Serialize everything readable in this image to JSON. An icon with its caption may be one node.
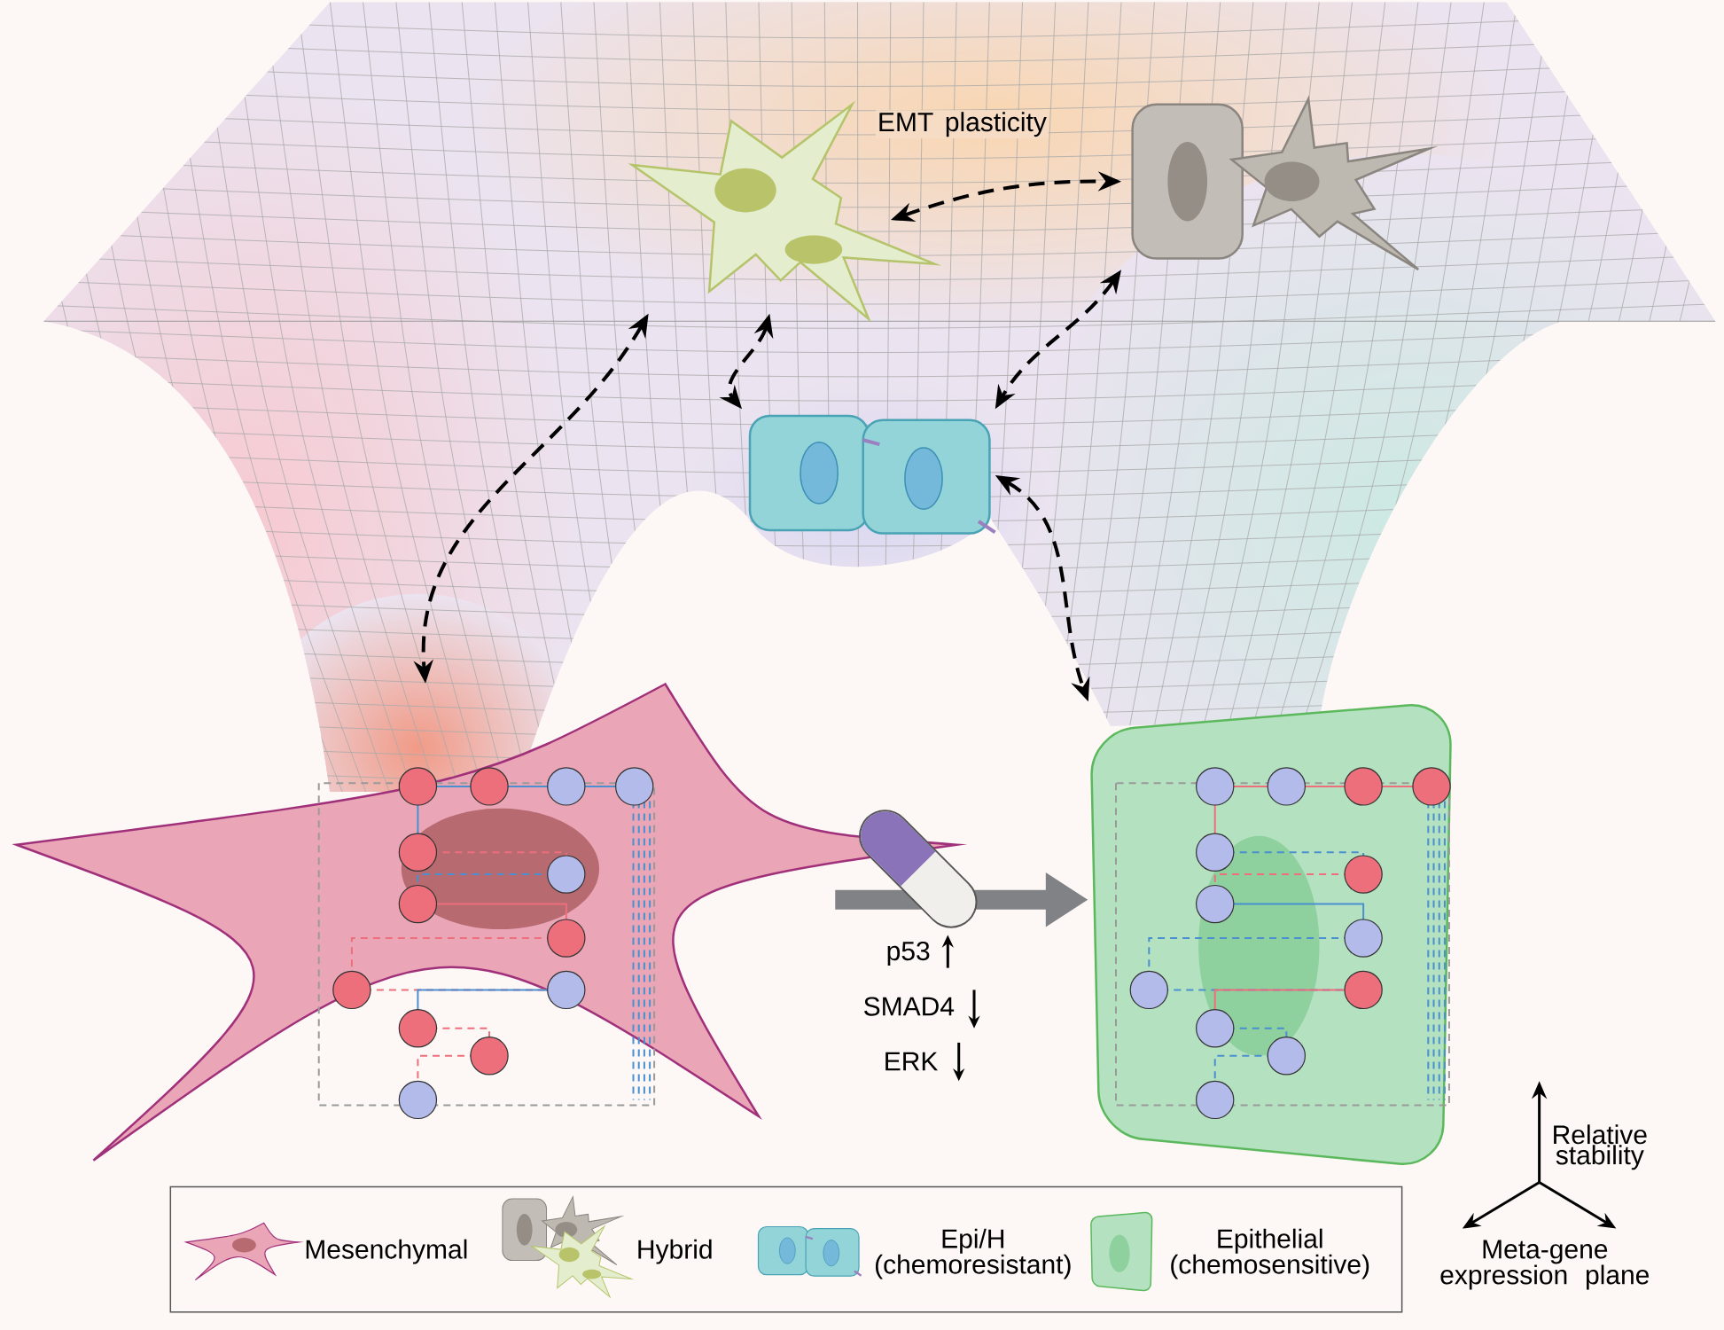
{
  "diagram": {
    "nodes": [
      {
        "text": [],
        "shape": "picture"
      },
      {
        "text": [],
        "shape": "picture"
      },
      {
        "text": [],
        "shape": "picture"
      },
      {
        "text": [],
        "shape": "picture"
      },
      {
        "text": [],
        "shape": "picture"
      }
    ],
    "edges": [
      {
        "from": 0,
        "to": 1,
        "arrow": "both",
        "style": "dashed"
      },
      {
        "from": 0,
        "to": 3,
        "arrow": "both",
        "style": "dashed"
      },
      {
        "from": 0,
        "to": 2,
        "arrow": "both",
        "style": "dashed"
      },
      {
        "from": 1,
        "to": 2,
        "arrow": "both",
        "style": "dashed"
      },
      {
        "from": 2,
        "to": 4,
        "arrow": "both",
        "style": "dashed"
      },
      {
        "from": 3,
        "to": 4,
        "arrow": "to",
        "style": "thick",
        "color": "#808285"
      }
    ],
    "labels": [
      "EMT plasticity",
      "p53",
      "SMAD4",
      "ERK",
      "Relative stability",
      "Meta-gene expression plane"
    ],
    "legend": [
      {
        "text": "Mesenchymal"
      },
      {
        "text": "Hybrid"
      },
      {
        "text": "Epi/H (chemoresistant)"
      },
      {
        "text": "Epithelial (chemosensitive)"
      }
    ]
  }
}
